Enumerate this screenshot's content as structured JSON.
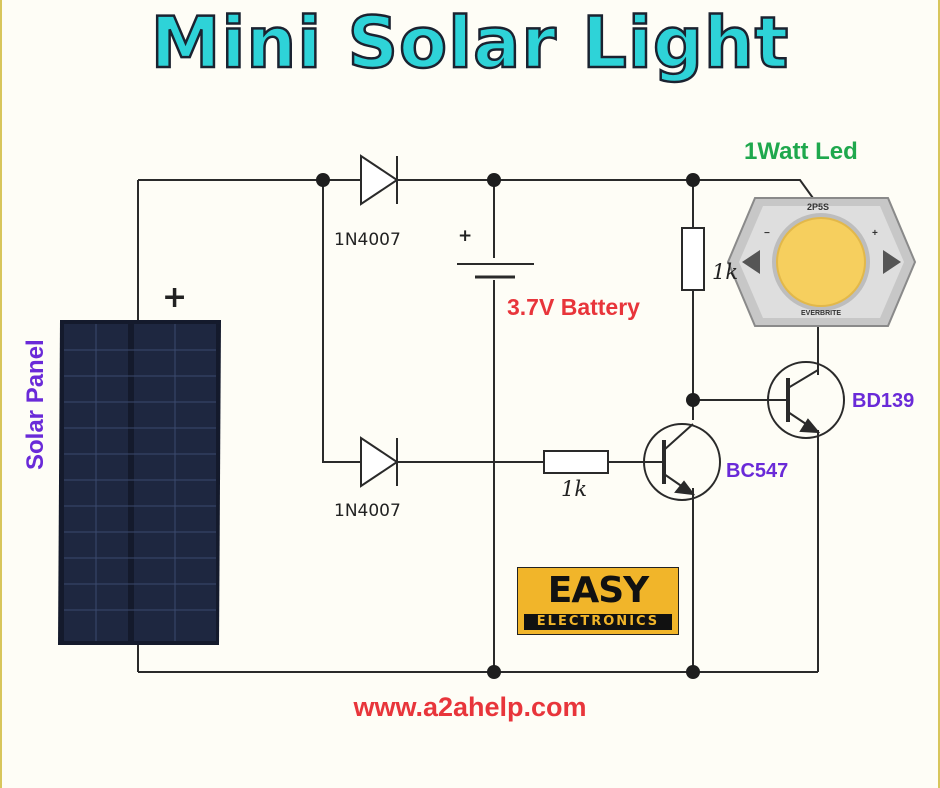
{
  "title": "Mini Solar Light",
  "labels": {
    "diode_top": "1N4007",
    "diode_bottom": "1N4007",
    "resistor_top": "1k",
    "resistor_bottom": "1k",
    "battery_plus": "+",
    "battery": "3.7V Battery",
    "solar_plus": "+",
    "solar_panel": "Solar Panel",
    "transistor_bc": "BC547",
    "transistor_bd": "BD139",
    "led": "1Watt Led",
    "led_marking": "2P5S",
    "led_brand": "EVERBRITE",
    "led_minus": "−",
    "led_plus": "+"
  },
  "logo": {
    "top": "EASY",
    "bottom": "ELECTRONICS"
  },
  "website": "www.a2ahelp.com",
  "colors": {
    "title_fill": "#2ed3d8",
    "title_stroke": "#1b2230",
    "red_label": "#e8353b",
    "purple_label": "#6a2ad8",
    "green_label": "#1fa84d",
    "logo_bg": "#f1b52a",
    "led_die": "#f6cf5e"
  }
}
